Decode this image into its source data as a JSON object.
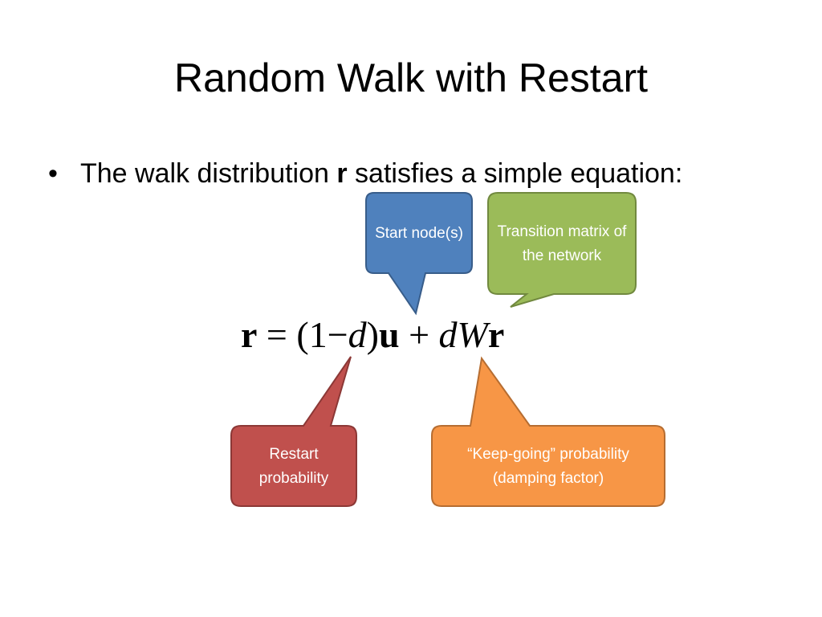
{
  "slide": {
    "title": "Random Walk with Restart",
    "bullet": {
      "marker": "•",
      "text_before": "The walk distribution ",
      "bold_term": "r",
      "text_after": " satisfies a simple equation:"
    },
    "equation": {
      "r1": "r",
      "eq": " = ",
      "open": "(1",
      "minus": "−",
      "d1": "d",
      "close": ")",
      "u": "u",
      "plus": " + ",
      "d2": "d",
      "W": "W",
      "r2": "r"
    },
    "callouts": {
      "start_node": {
        "label": "Start node(s)",
        "color": "#4F81BD",
        "stroke": "#385D8A"
      },
      "transition": {
        "label": "Transition matrix of the network",
        "color": "#9BBB59",
        "stroke": "#71893F"
      },
      "restart": {
        "label": "Restart probability",
        "color": "#C0504D",
        "stroke": "#8C3836"
      },
      "keep_going": {
        "label": "“Keep-going” probability (damping factor)",
        "color": "#F79646",
        "stroke": "#B66D31"
      }
    }
  }
}
